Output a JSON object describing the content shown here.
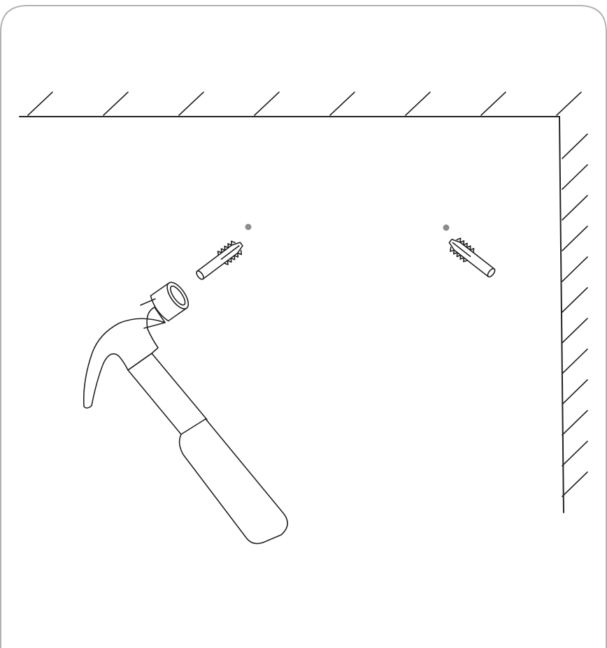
{
  "figure": {
    "kind": "installation-step-illustration",
    "text": "",
    "colors": {
      "line": "#222222",
      "frame": "#b3b3b3",
      "drill_mark": "#8c8c8c",
      "background": "#ffffff"
    },
    "elements": [
      {
        "name": "ceiling-wall",
        "icon": "hatched-wall-surface"
      },
      {
        "name": "side-wall",
        "icon": "hatched-wall-surface"
      },
      {
        "name": "drill-mark-left",
        "icon": "dot-icon"
      },
      {
        "name": "drill-mark-right",
        "icon": "dot-icon"
      },
      {
        "name": "wall-anchor-left",
        "icon": "wall-plug-icon"
      },
      {
        "name": "wall-anchor-right",
        "icon": "wall-plug-icon"
      },
      {
        "name": "hammer",
        "icon": "claw-hammer-icon"
      }
    ]
  }
}
